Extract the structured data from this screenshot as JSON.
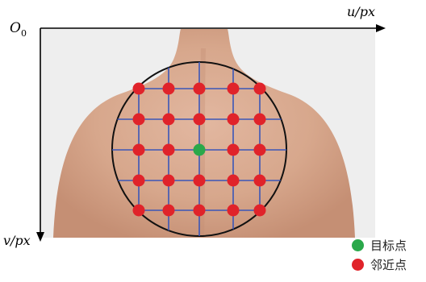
{
  "axes": {
    "origin_label": "O",
    "origin_subscript": "0",
    "u_label": "u/px",
    "v_label": "v/px"
  },
  "grid": {
    "rows": 5,
    "cols": 5,
    "target_row": 2,
    "target_col": 2
  },
  "legend": {
    "target": {
      "label": "目标点",
      "color": "#2aa84a"
    },
    "neighbor": {
      "label": "邻近点",
      "color": "#e0232a"
    }
  },
  "colors": {
    "grid_lines": "#3b56b8",
    "circle": "#111111",
    "skin": "#d9ab92",
    "background": "#e9e9e9"
  }
}
